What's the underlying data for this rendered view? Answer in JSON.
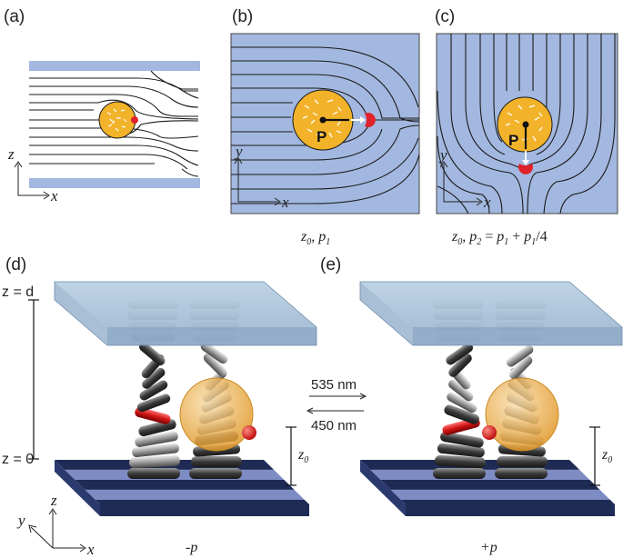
{
  "panels": {
    "a": {
      "label": "(a)",
      "axes": {
        "vertical": "z",
        "horizontal": "x"
      }
    },
    "b": {
      "label": "(b)",
      "axes": {
        "vertical": "y",
        "horizontal": "x"
      },
      "particle_label": "P",
      "caption": "z0, p1"
    },
    "c": {
      "label": "(c)",
      "axes": {
        "vertical": "y",
        "horizontal": "x"
      },
      "particle_label": "P",
      "caption": "z0, p2 = p1 + p1/4"
    },
    "d": {
      "label": "(d)",
      "top_plane": "z = d",
      "bottom_plane": "z = 0",
      "height_marker": "z0",
      "axes": {
        "z": "z",
        "y": "y",
        "x": "x"
      },
      "caption": "-p"
    },
    "e": {
      "label": "(e)",
      "height_marker": "z0",
      "caption": "+p"
    }
  },
  "transitions": {
    "forward": "535 nm",
    "backward": "450 nm"
  },
  "colors": {
    "substrate": "#a3b8e0",
    "particle": "#f2b32a",
    "marker": "#e0232a",
    "glass": "#a9c3da",
    "stripe_dark": "#1e2b55",
    "stripe_light": "#7e8cc4"
  }
}
